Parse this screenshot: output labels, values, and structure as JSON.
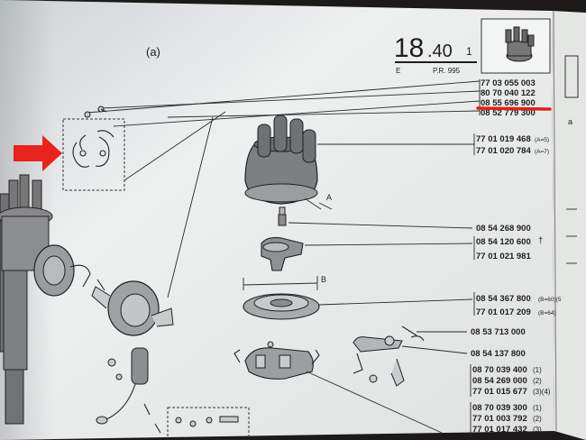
{
  "page": {
    "section_label": "(a)",
    "page_number_main": "18",
    "page_number_sub": ".40",
    "page_number_suffix": "1",
    "footer_left": "E",
    "footer_ref": "P.R. 995"
  },
  "callouts": [
    {
      "part_no": "77 03 055 003"
    },
    {
      "part_no": "80 70 040 122"
    },
    {
      "part_no": "08 55 696 900"
    },
    {
      "part_no": "08 52 779 300"
    }
  ],
  "part_numbers": {
    "cap_1": "77 01 019 468",
    "cap_1_note": "(A=5)",
    "cap_2": "77 01 020 784",
    "cap_2_note": "(A=7)",
    "brush": "08 54 268 900",
    "rotor_1": "08 54 120 600",
    "rotor_1_mark": "†",
    "rotor_2": "77 01 021 981",
    "plate_1": "08 54 367 800",
    "plate_1_note": "(B=60)(5",
    "plate_2": "77 01 017 209",
    "plate_2_note": "(B=64)",
    "contact_1": "08 53 713 000",
    "contact_2": "08 54 137 800",
    "group_a_1": "08 70 039 400",
    "group_a_1_q": "(1)",
    "group_a_2": "08 54 269 000",
    "group_a_2_q": "(2)",
    "group_a_3": "77 01 015 677",
    "group_a_3_q": "(3)(4)",
    "group_b_1": "08 70 039 300",
    "group_b_1_q": "(1)",
    "group_b_2": "77 01 003 792",
    "group_b_2_q": "(2)",
    "group_b_3": "77 01 017 432",
    "group_b_3_q": "(3)"
  },
  "dimension_labels": {
    "a": "A",
    "b": "B"
  },
  "annotations": {
    "highlight_color": "#e0201c",
    "arrow_color": "#e8231d",
    "highlighted_part": "08 55 696 900"
  }
}
